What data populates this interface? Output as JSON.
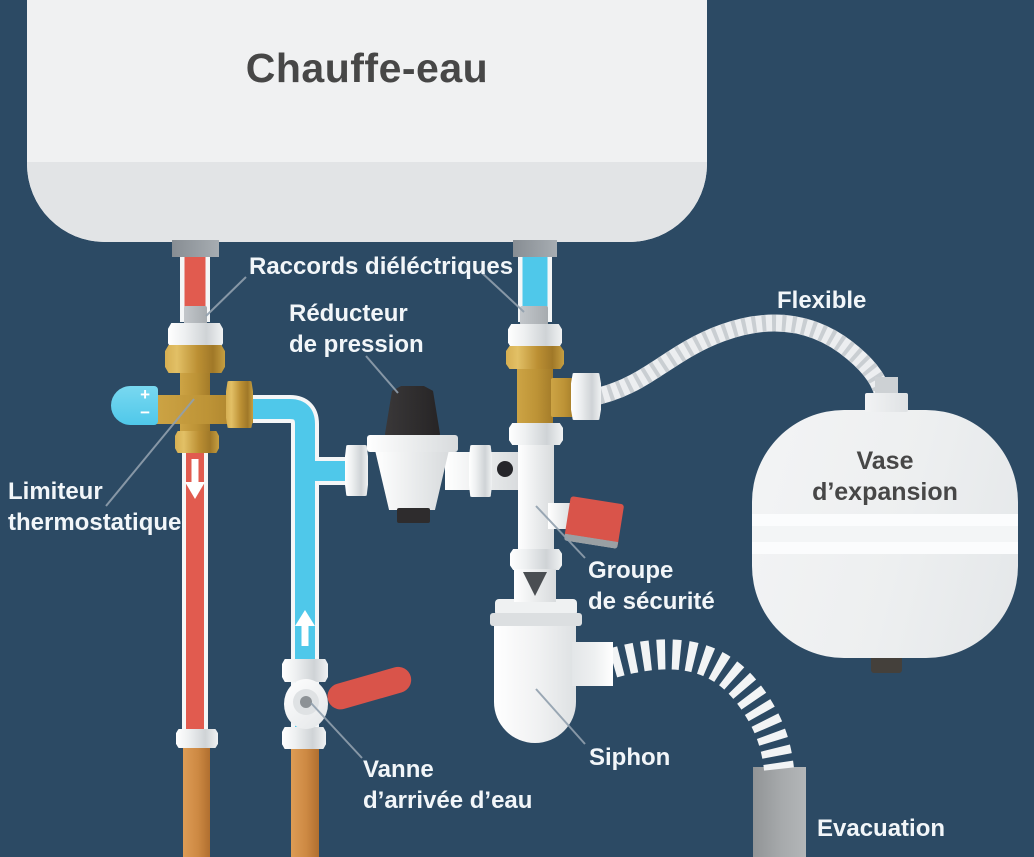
{
  "title": {
    "text": "Chauffe-eau"
  },
  "labels": {
    "raccords": "Raccords diéléctriques",
    "reducteur_line1": "Réducteur",
    "reducteur_line2": "de pression",
    "flexible": "Flexible",
    "limiteur_line1": "Limiteur",
    "limiteur_line2": "thermostatique",
    "vase_line1": "Vase",
    "vase_line2": "d’expansion",
    "groupe_line1": "Groupe",
    "groupe_line2": "de sécurité",
    "siphon": "Siphon",
    "vanne_line1": "Vanne",
    "vanne_line2": "d’arrivée d’eau",
    "evacuation": "Evacuation",
    "limiteur_plus": "+",
    "limiteur_minus": "−"
  },
  "colors": {
    "background": "#2c4a64",
    "tank_body": "#f0f1f2",
    "tank_band": "#e2e4e6",
    "hot_pipe": "#e15b4f",
    "cold_pipe": "#4fc8ea",
    "copper_pipe": "#cd8943",
    "brass": "#bf9637",
    "valve_handle_red": "#d9544a",
    "white_fitting": "#f2f3f4",
    "evacuation_gray": "#a2a5a7",
    "vessel_body": "#edeff0",
    "label_text": "#f2f6f9",
    "dark_text": "#474747",
    "leader_line": "#91a0ae",
    "knob_black": "#2e2c2d"
  }
}
